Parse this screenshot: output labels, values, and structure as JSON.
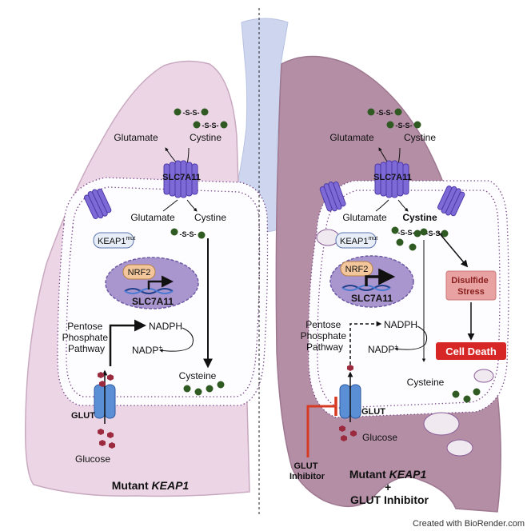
{
  "colors": {
    "left_lung": "#ecd6e6",
    "right_lung": "#b48ea5",
    "trachea": "#cdd6ee",
    "membrane_bead": "#8a5e98",
    "transporter": "#7d6ad6",
    "glut": "#5a8fd6",
    "cystine_dot": "#2f5a22",
    "glucose_hex": "#9b2a3e",
    "nrf2_bubble": "#f3c79b",
    "nucleus": "#a996cf",
    "stress_box": "#e9a2a2",
    "death_box": "#d62626",
    "inhibitor": "#d63a23"
  },
  "left": {
    "cystine_ext_1": "-S-S-",
    "cystine_ext_2": "-S-S-",
    "glutamate_out": "Glutamate",
    "cystine_out": "Cystine",
    "slc7a11": "SLC7A11",
    "glutamate_in": "Glutamate",
    "cystine_in": "Cystine",
    "cystine_int": "-S-S-",
    "keap1_base": "KEAP1",
    "keap1_sup": "mut",
    "nrf2": "NRF2",
    "gene": "SLC7A11",
    "ppp": [
      "Pentose",
      "Phosphate",
      "Pathway"
    ],
    "nadph": "NADPH",
    "nadp_base": "NADP",
    "nadp_sup": "+",
    "cysteine": "Cysteine",
    "glut": "GLUT",
    "glucose": "Glucose",
    "title_plain": "Mutant ",
    "title_italic": "KEAP1"
  },
  "right": {
    "cystine_ext_1": "-S-S-",
    "cystine_ext_2": "-S-S-",
    "glutamate_out": "Glutamate",
    "cystine_out": "Cystine",
    "slc7a11": "SLC7A11",
    "glutamate_in": "Glutamate",
    "cystine_in": "Cystine",
    "cystine_int": "-S-S-",
    "keap1_base": "KEAP1",
    "keap1_sup": "mut",
    "nrf2": "NRF2",
    "gene": "SLC7A11",
    "ppp": [
      "Pentose",
      "Phosphate",
      "Pathway"
    ],
    "nadph": "NADPH",
    "nadp_base": "NADP",
    "nadp_sup": "+",
    "cysteine": "Cysteine",
    "glut": "GLUT",
    "glucose": "Glucose",
    "disulfide": [
      "Disulfide",
      "Stress"
    ],
    "cell_death": "Cell Death",
    "inhibitor": [
      "GLUT",
      "Inhibitor"
    ],
    "title_line1_plain": "Mutant ",
    "title_line1_italic": "KEAP1",
    "title_line2": "+",
    "title_line3": "GLUT Inhibitor"
  },
  "credit": "Created with BioRender.com"
}
